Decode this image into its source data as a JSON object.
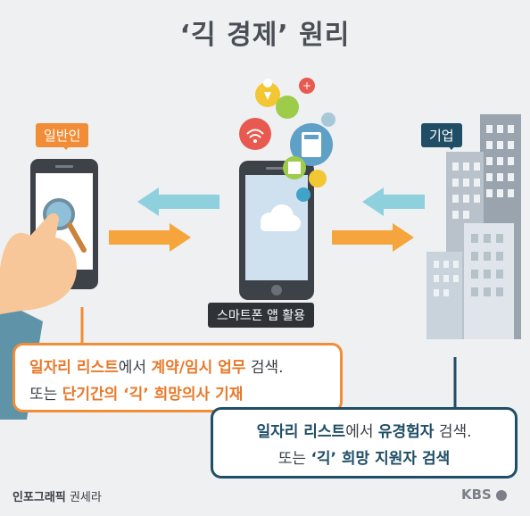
{
  "title": "‘긱 경제’ 원리",
  "labels": {
    "individual": "일반인",
    "company": "기업",
    "smartphone": "스마트폰 앱 활용"
  },
  "box_left": {
    "line1": [
      "일자리 리스트",
      "에서 ",
      "계약/임시 업무",
      " 검색."
    ],
    "line2": [
      "또는 ",
      "단기간의 ‘긱’ 희망의사 기재"
    ]
  },
  "box_right": {
    "line1": [
      "일자리 리스트",
      "에서 ",
      "유경험자",
      " 검색."
    ],
    "line2": [
      "또는 ",
      "‘긱’ 희망 지원자 검색"
    ]
  },
  "credit": {
    "label": "인포그래픽",
    "author": "권세라"
  },
  "brand": "KBS",
  "colors": {
    "orange": "#f18d36",
    "navy": "#1f4e66",
    "background": "#eef0f2"
  }
}
